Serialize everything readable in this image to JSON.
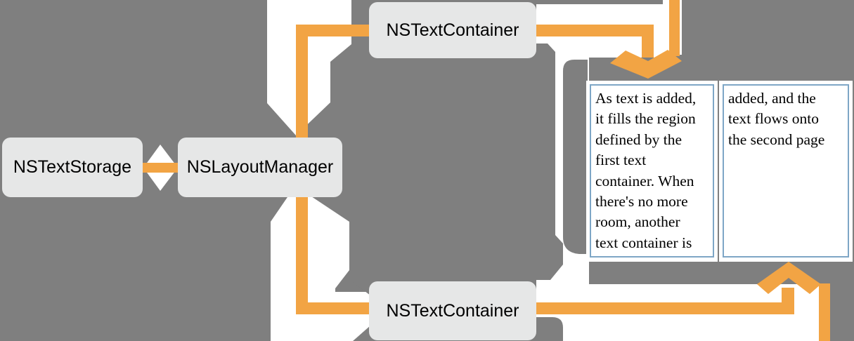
{
  "colors": {
    "background": "#7f7f7f",
    "node_fill": "#e6e7e7",
    "node_text": "#000000",
    "arrow_orange": "#f2a444",
    "arrow_halo_white": "#ffffff",
    "page_background": "#ffffff",
    "page_border_blue": "#7ea6c6",
    "page_text": "#000000"
  },
  "nodes": [
    {
      "id": "text-storage",
      "label": "NSTextStorage"
    },
    {
      "id": "layout-manager",
      "label": "NSLayoutManager"
    },
    {
      "id": "text-container-top",
      "label": "NSTextContainer"
    },
    {
      "id": "text-container-bottom",
      "label": "NSTextContainer"
    }
  ],
  "pages": [
    {
      "id": "page-1",
      "lines": [
        "As text is added,",
        "it fills the region",
        "defined by the",
        "first text",
        "container. When",
        "there's no more",
        "room, another",
        "text container is"
      ]
    },
    {
      "id": "page-2",
      "lines": [
        "added, and the",
        "text flows onto",
        "the second page"
      ]
    }
  ]
}
